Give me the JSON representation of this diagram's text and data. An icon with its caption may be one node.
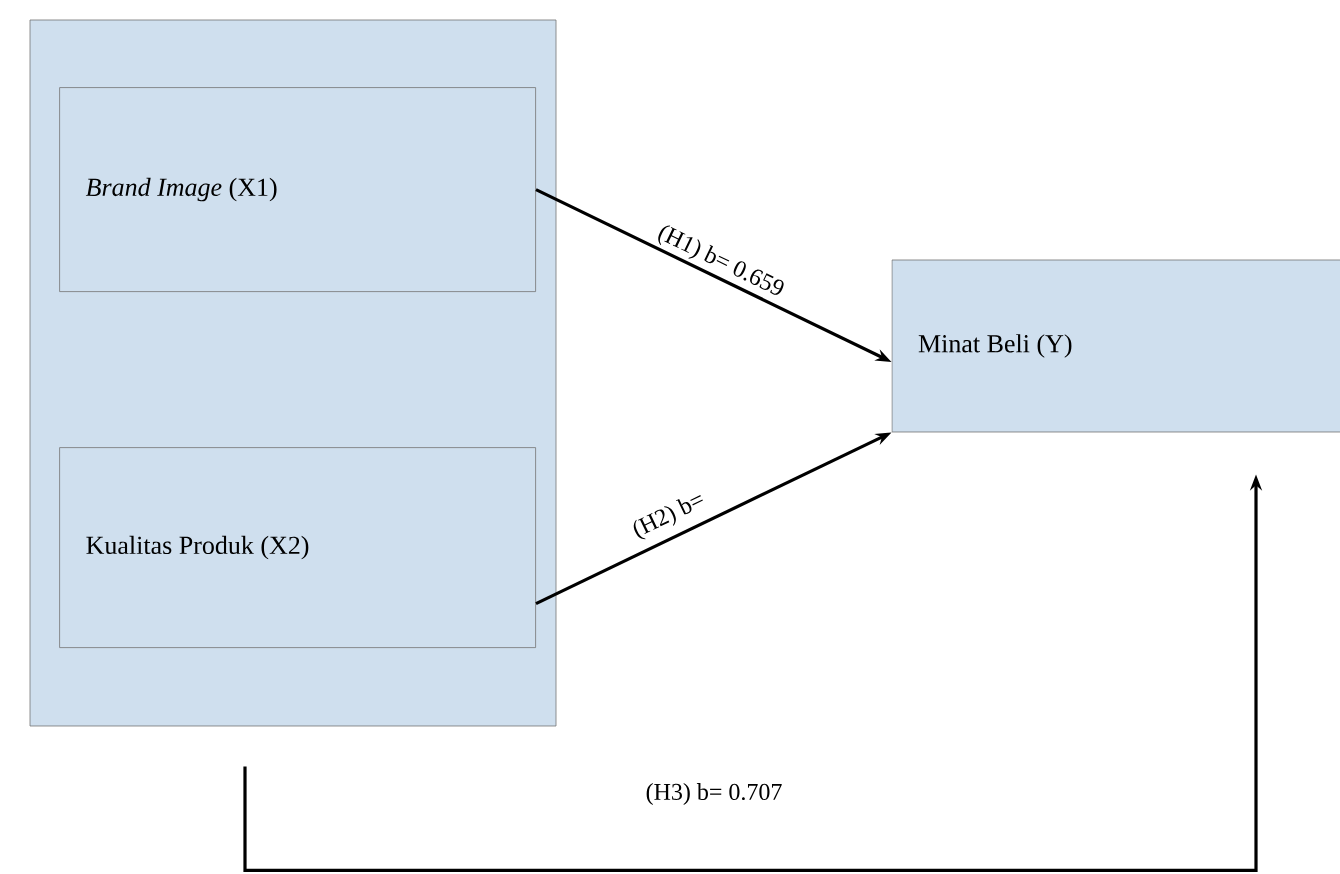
{
  "diagram": {
    "nodes": [
      {
        "text": [],
        "shape": "box"
      },
      {
        "text": [
          "*Brand Image* (X1)"
        ],
        "in": 0
      },
      {
        "text": [
          "Kualitas Produk (X2)"
        ],
        "in": 0
      },
      {
        "text": [
          "Minat Beli (Y)"
        ]
      }
    ],
    "edges": [
      {
        "from": 1,
        "to": 3,
        "arrow": "to",
        "label": "(H1) b= 0.659"
      },
      {
        "from": 2,
        "to": 3,
        "arrow": "to",
        "label": "(H2) b="
      },
      {
        "from": 0,
        "to": 3,
        "arrow": "to",
        "label": "(H3) b= 0.707"
      }
    ]
  }
}
